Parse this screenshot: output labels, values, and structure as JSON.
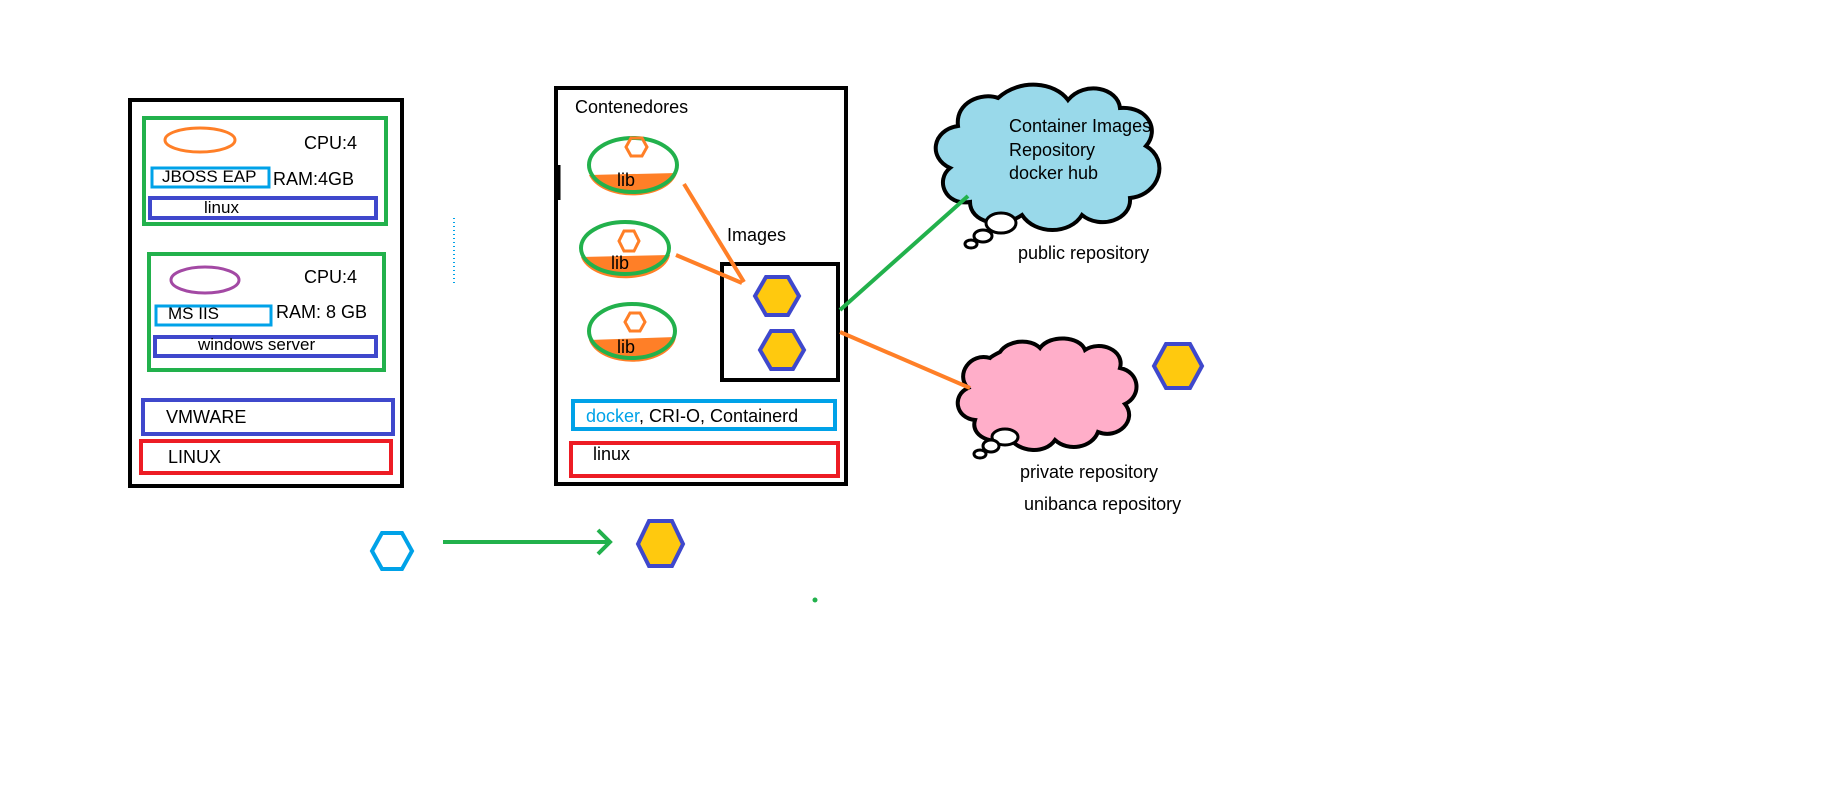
{
  "vm_stack": {
    "app1": {
      "cpu": "CPU:4",
      "ram": "RAM:4GB",
      "name": "JBOSS EAP",
      "os": "linux"
    },
    "app2": {
      "cpu": "CPU:4",
      "ram": "RAM: 8 GB",
      "name": "MS IIS",
      "os": "windows server"
    },
    "hypervisor": "VMWARE",
    "host_os": "LINUX"
  },
  "container_stack": {
    "title": "Contenedores",
    "containers": [
      {
        "label": "lib"
      },
      {
        "label": "lib"
      },
      {
        "label": "lib"
      }
    ],
    "images_label": "Images",
    "runtime_highlight": "docker",
    "runtime_rest": ", CRI-O, Containerd",
    "os": "linux"
  },
  "public_repo": {
    "cloud_lines": [
      "Container Images",
      "Repository",
      "docker hub"
    ],
    "caption": "public repository"
  },
  "private_repo": {
    "caption_line1": "private repository",
    "caption_line2": "unibanca repository"
  },
  "colors": {
    "black": "#000000",
    "green": "#22b14c",
    "blue": "#3f48cc",
    "cyan": "#00a2e8",
    "red": "#ed1c24",
    "orange": "#ff7f27",
    "purple": "#a349a4",
    "gold": "#ffc90e",
    "cloud_blue": "#99d9ea",
    "cloud_pink": "#ffaec9"
  }
}
